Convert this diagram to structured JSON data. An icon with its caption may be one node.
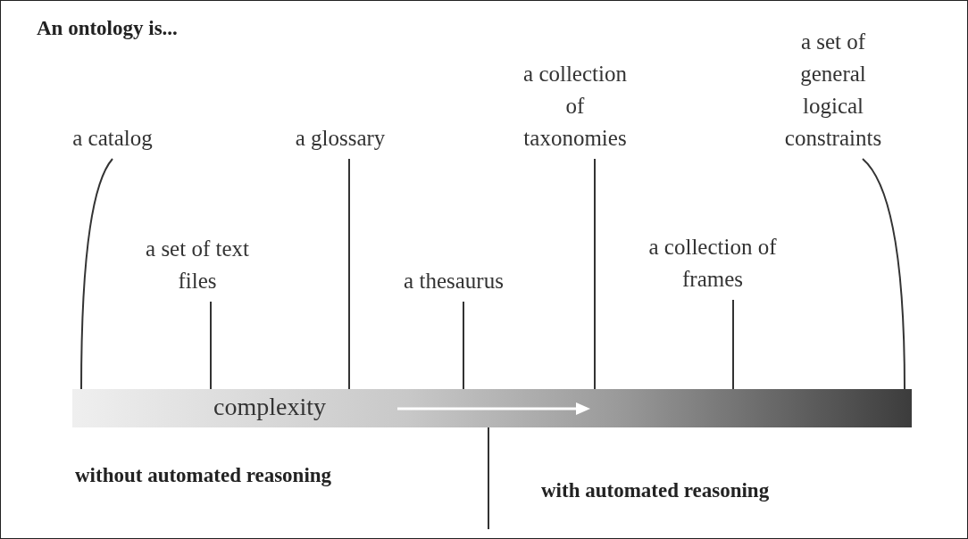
{
  "diagram": {
    "title": "An ontology is...",
    "nodes": [
      {
        "text": [
          "a catalog"
        ]
      },
      {
        "text": [
          "a set of text files"
        ]
      },
      {
        "text": [
          "a glossary"
        ]
      },
      {
        "text": [
          "a thesaurus"
        ]
      },
      {
        "text": [
          "a collection of taxonomies"
        ]
      },
      {
        "text": [
          "a collection of frames"
        ]
      },
      {
        "text": [
          "a set of general logical constraints"
        ]
      },
      {
        "text": [
          "complexity"
        ]
      }
    ],
    "edges": [
      {
        "from": 0,
        "to": 7,
        "arrow": "none"
      },
      {
        "from": 1,
        "to": 7,
        "arrow": "none"
      },
      {
        "from": 2,
        "to": 7,
        "arrow": "none"
      },
      {
        "from": 3,
        "to": 7,
        "arrow": "none"
      },
      {
        "from": 4,
        "to": 7,
        "arrow": "none"
      },
      {
        "from": 5,
        "to": 7,
        "arrow": "none"
      },
      {
        "from": 6,
        "to": 7,
        "arrow": "none"
      }
    ],
    "labels": [
      "without automated reasoning",
      "with automated reasoning"
    ]
  }
}
